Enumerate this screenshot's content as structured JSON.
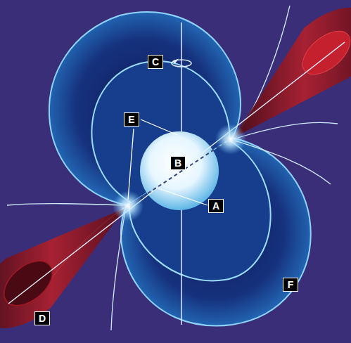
{
  "diagram": {
    "labels": [
      "C",
      "E",
      "B",
      "A",
      "D",
      "F"
    ]
  }
}
